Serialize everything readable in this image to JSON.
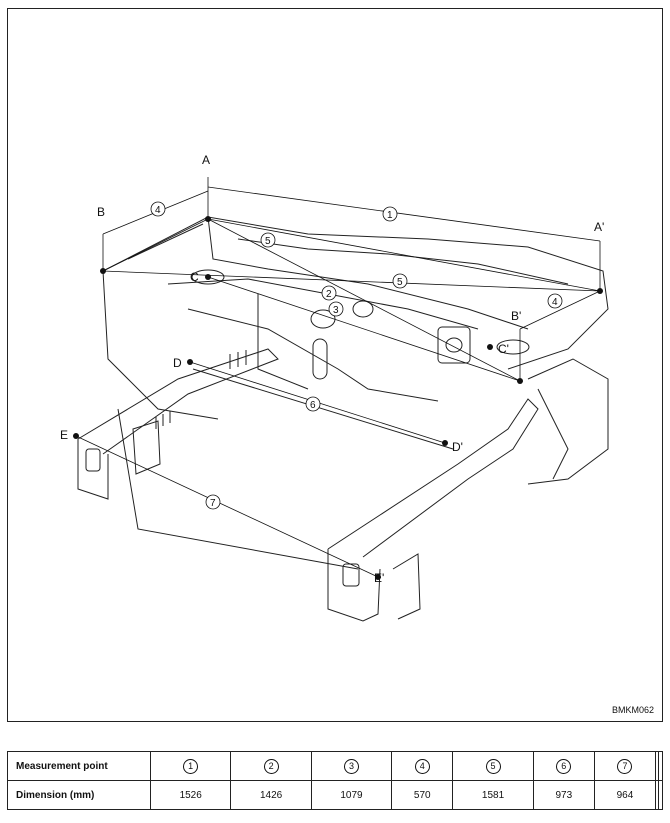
{
  "figure_code": "BMKM062",
  "point_labels": {
    "A": "A",
    "A_prime": "A'",
    "B": "B",
    "B_prime": "B'",
    "C": "C",
    "C_prime": "C'",
    "D": "D",
    "D_prime": "D'",
    "E": "E",
    "E_prime": "E'"
  },
  "callouts": [
    "1",
    "2",
    "3",
    "4",
    "5",
    "6",
    "7"
  ],
  "table": {
    "row1_header": "Measurement point",
    "row2_header": "Dimension (mm)",
    "points": [
      "1",
      "2",
      "3",
      "4",
      "5",
      "6",
      "7",
      "",
      ""
    ],
    "dimensions": [
      "1526",
      "1426",
      "1079",
      "570",
      "1581",
      "973",
      "964",
      "",
      ""
    ]
  }
}
